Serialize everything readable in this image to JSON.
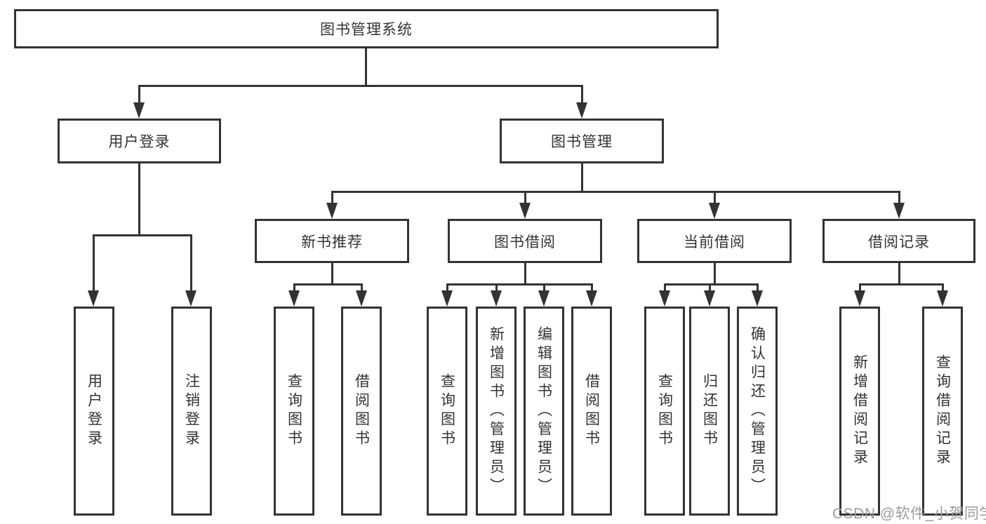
{
  "colors": {
    "background": "#ffffff",
    "line": "#333333",
    "text": "#333333",
    "watermark": "#9b9b9b"
  },
  "watermark": {
    "text": "CSDN @软件_小贺同学"
  },
  "diagram": {
    "type": "functional-structure-tree",
    "root": {
      "label": "图书管理系统",
      "children": [
        {
          "label": "用户登录",
          "children": [
            {
              "label": "用户登录"
            },
            {
              "label": "注销登录"
            }
          ]
        },
        {
          "label": "图书管理",
          "children": [
            {
              "label": "新书推荐",
              "children": [
                {
                  "label": "查询图书"
                },
                {
                  "label": "借阅图书"
                }
              ]
            },
            {
              "label": "图书借阅",
              "children": [
                {
                  "label": "查询图书"
                },
                {
                  "label": "新增图书（管理员）"
                },
                {
                  "label": "编辑图书（管理员）"
                },
                {
                  "label": "借阅图书"
                }
              ]
            },
            {
              "label": "当前借阅",
              "children": [
                {
                  "label": "查询图书"
                },
                {
                  "label": "归还图书"
                },
                {
                  "label": "确认归还（管理员）"
                }
              ]
            },
            {
              "label": "借阅记录",
              "children": [
                {
                  "label": "新增借阅记录"
                },
                {
                  "label": "查询借阅记录"
                }
              ]
            }
          ]
        }
      ]
    }
  }
}
